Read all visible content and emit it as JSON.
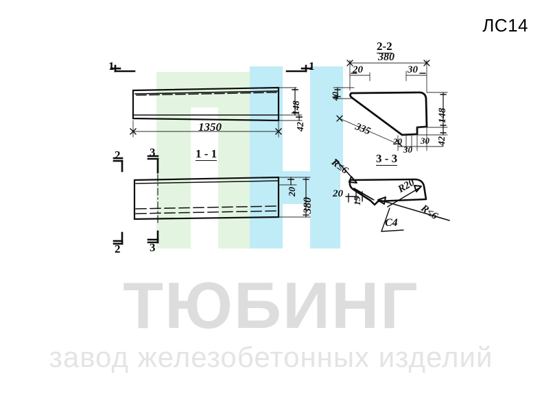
{
  "document": {
    "title_code": "ЛС14",
    "sheet_type": "technical-drawing"
  },
  "brand": {
    "name": "ТЮБИНГ",
    "tagline": "завод железобетонных изделий",
    "name_color": "#dddddd",
    "tagline_color": "#e4e4e4"
  },
  "colors": {
    "ink": "#0d0d0d",
    "watermark_green": "#e3f5e0",
    "watermark_cyan": "#bfecf7",
    "paper": "#ffffff"
  },
  "views": {
    "plan_top": {
      "section_marks": [
        "1",
        "1"
      ],
      "dimensions": {
        "length": "1350",
        "height_total": "148",
        "height_lower": "42"
      }
    },
    "plan_bottom": {
      "label": "1 - 1",
      "section_marks": [
        "2",
        "3",
        "2",
        "3"
      ],
      "dimensions": {
        "width_top": "20",
        "width_total": "380"
      }
    },
    "section_2_2": {
      "label": "2-2",
      "dimensions": {
        "overall_width": "380",
        "left_offset": "20",
        "right_offset": "30",
        "left_thickness": "40",
        "height_total": "148",
        "height_step": "42",
        "slope_length": "335",
        "bottom_left": "20",
        "bottom_mid": "30",
        "bottom_right": "30"
      }
    },
    "section_3_3": {
      "label": "3 - 3",
      "annotations": {
        "radius_corner_top": "R≤6",
        "radius_corner_bottom": "R≤6",
        "radius_arc": "R20",
        "bar_mark": "C4",
        "offset_outer": "20",
        "offset_inner": "15"
      }
    }
  }
}
